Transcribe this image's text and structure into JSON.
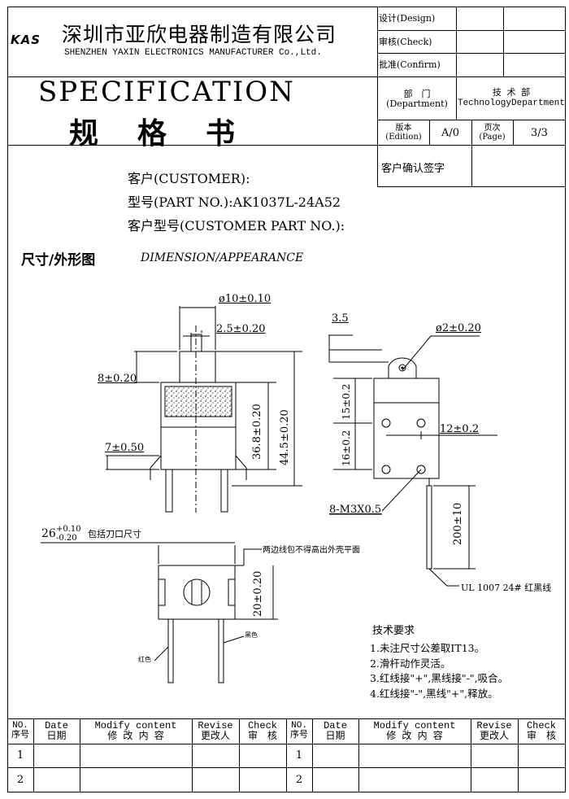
{
  "company": {
    "logo": "KAS",
    "name_cn": "深圳市亚欣电器制造有限公司",
    "name_en": "SHENZHEN YAXIN ELECTRONICS MANUFACTURER Co.,Ltd."
  },
  "approval": {
    "design": "设计(Design)",
    "check": "审核(Check)",
    "confirm": "批准(Confirm)"
  },
  "title": {
    "en": "SPECIFICATION",
    "cn": "规　格　书"
  },
  "department": {
    "label_cn": "部　门",
    "label_en": "(Department)",
    "value_cn": "技 术 部",
    "value_en": "TechnologyDepartment"
  },
  "edition": {
    "label_cn": "版本",
    "label_en": "(Edition)",
    "value": "A/0",
    "page_label_cn": "页次",
    "page_label_en": "(Page)",
    "page_value": "3/3"
  },
  "customer_confirm": "客户确认签字",
  "customer": {
    "customer_line": "客户(CUSTOMER):",
    "part_line": "型号(PART NO.):AK1037L-24A52",
    "customer_part_line": "客户型号(CUSTOMER PART NO.):"
  },
  "section": {
    "title_cn": "尺寸/外形图",
    "title_en": "DIMENSION/APPEARANCE"
  },
  "dimensions": {
    "d1": "ø10±0.10",
    "d2": "2.5±0.20",
    "d3": "8±0.20",
    "d4": "7±0.50",
    "d5": "36.8±0.20",
    "d6": "44.5±0.20",
    "d7": "3.5",
    "d8": "ø2±0.20",
    "d9": "15±0.2",
    "d10": "16±0.2",
    "d11": "12±0.2",
    "d12": "8-M3X0.5",
    "d13": "200±10",
    "d14_main": "26",
    "d14_plus": "+0.10",
    "d14_minus": "-0.20",
    "d14_note": "包括刀口尺寸",
    "d15": "20±0.20",
    "note_flat": "两边线包不得高出外壳平面",
    "wire_spec": "UL 1007 24# 红黑线",
    "black_label": "黑色",
    "red_label": "红色"
  },
  "tech": {
    "title": "技术要求",
    "items": [
      "1.未注尺寸公差取IT13。",
      "2.滑杆动作灵活。",
      "3.红线接\"+\",黑线接\"-\",吸合。",
      "4.红线接\"-\",黑线\"+\",释放。"
    ]
  },
  "revision": {
    "headers": [
      {
        "en": "NO.",
        "cn": "序号"
      },
      {
        "en": "Date",
        "cn": "日期"
      },
      {
        "en": "Modify content",
        "cn": "修 改 内 容"
      },
      {
        "en": "Revise",
        "cn": "更改人"
      },
      {
        "en": "Check",
        "cn": "审　核"
      },
      {
        "en": "NO.",
        "cn": "序号"
      },
      {
        "en": "Date",
        "cn": "日期"
      },
      {
        "en": "Modify content",
        "cn": "修 改 内 容"
      },
      {
        "en": "Revise",
        "cn": "更改人"
      },
      {
        "en": "Check",
        "cn": "审　核"
      }
    ],
    "rows": [
      "1",
      "2"
    ]
  }
}
